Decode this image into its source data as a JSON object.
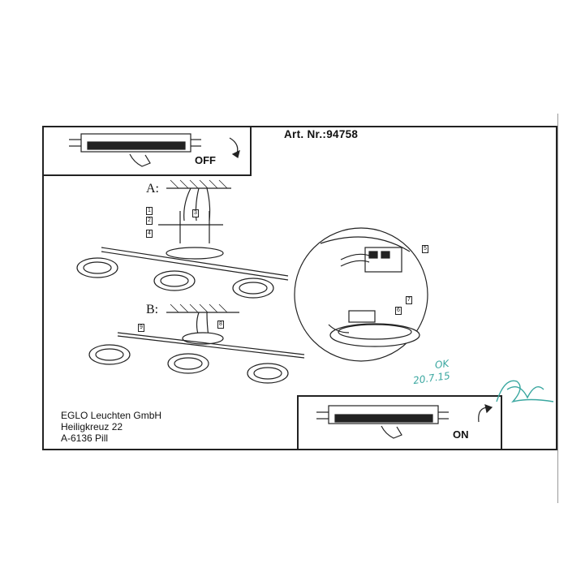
{
  "header": {
    "art_nr": "Art. Nr.:94758"
  },
  "steps": {
    "off_label": "OFF",
    "on_label": "ON",
    "a_label": "A:",
    "b_label": "B:"
  },
  "part_numbers": [
    "1",
    "2",
    "3",
    "4",
    "5",
    "6",
    "7",
    "8",
    "9"
  ],
  "address": {
    "line1": "EGLO Leuchten GmbH",
    "line2": "Heiligkreuz 22",
    "line3": "A-6136 Pill"
  },
  "handwriting": {
    "ok": "OK",
    "date": "20.7.15"
  }
}
